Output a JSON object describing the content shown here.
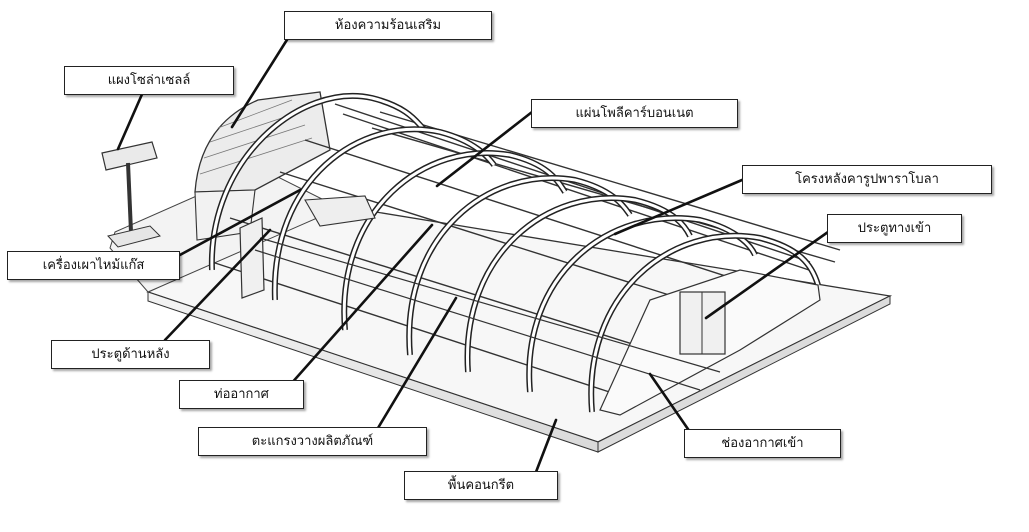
{
  "diagram": {
    "labels": {
      "extra_heat_chamber": "ห้องความร้อนเสริม",
      "solar_panel": "แผงโซล่าเซลล์",
      "polycarbonate_sheet": "แผ่นโพลีคาร์บอนเนต",
      "parabolic_roof_frame": "โครงหลังคารูปพาราโบลา",
      "entrance_door": "ประตูทางเข้า",
      "gas_biomass_burner": "เครื่องเผาไหม้แก๊ส",
      "rear_door": "ประตูด้านหลัง",
      "air_duct": "ท่ออากาศ",
      "product_tray": "ตะแกรงวางผลิตภัณฑ์",
      "air_inlet": "ช่องอากาศเข้า",
      "concrete_floor": "พื้นคอนกรีต"
    }
  }
}
